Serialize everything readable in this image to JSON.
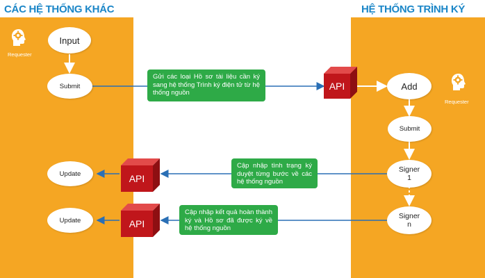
{
  "titles": {
    "left": "CÁC HỆ THỐNG KHÁC",
    "right": "HỆ THỐNG TRÌNH KÝ"
  },
  "left_panel": {
    "requester_label": "Requester",
    "input_label": "Input",
    "submit_label": "Submit",
    "update_label_1": "Update",
    "update_label_2": "Update"
  },
  "right_panel": {
    "requester_label": "Requester",
    "add_label": "Add",
    "submit_label": "Submit",
    "signer1_label": "Signer\n1",
    "signern_label": "Signer\nn"
  },
  "api_labels": {
    "top": "API",
    "middle": "API",
    "bottom": "API"
  },
  "callouts": {
    "send": "Gửi các loại Hồ sơ tài liệu cần ký sang hệ thống Trình ký điện tử từ hệ thống nguồn",
    "update_status": "Cập nhập tình trạng ký duyệt từng bước về các hệ thống nguồn",
    "update_result": "Cập nhập kết quả hoàn thành ký và Hồ sơ đã được ký về hệ thống nguồn"
  },
  "colors": {
    "panel": "#f5a623",
    "title": "#1b86c7",
    "callout": "#2eaa47",
    "api_cube": "#c0161b",
    "arrow": "#2a6fb5"
  }
}
